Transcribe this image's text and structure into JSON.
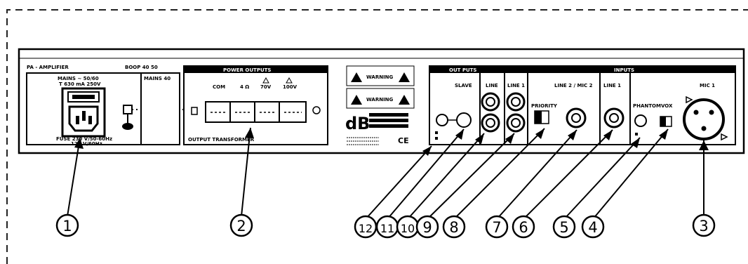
{
  "panel": {
    "model_title": "PA - AMPLIFIER",
    "model_code": "BOOP 40 50",
    "mains_label_top": "MAINS ~ 50/60",
    "mains_label_mid": "T 630 mA 250V",
    "mains_label_bottom": "FUSE 230 V/50-60Hz",
    "mains_label_bottom2": "120 V/60Hz",
    "small_box_label": "MAINS 40",
    "power_outputs_title": "POWER OUTPUTS",
    "output_labels": [
      "COM",
      "4 Ω",
      "70V",
      "100V"
    ],
    "output_caption": "OUTPUT TRANSFORMER",
    "outputs_section_title": "OUT PUTS",
    "slave_label": "SLAVE",
    "line_label_a": "LINE",
    "line_label_b": "LINE 1",
    "inputs_title": "INPUTS",
    "line2_mic2_label": "LINE 2 / MIC 2",
    "line1_label": "LINE 1",
    "mic1_label": "MIC 1",
    "priority_label": "PRIORITY",
    "phantom_label": "PHANTOM",
    "vox_label": "VOX",
    "brand_logo": "dB",
    "ce_mark": "CE",
    "warning_text": "WARNING",
    "callout_numbers": [
      "1",
      "2",
      "12",
      "11",
      "10",
      "9",
      "8",
      "7",
      "6",
      "5",
      "4",
      "3"
    ]
  }
}
